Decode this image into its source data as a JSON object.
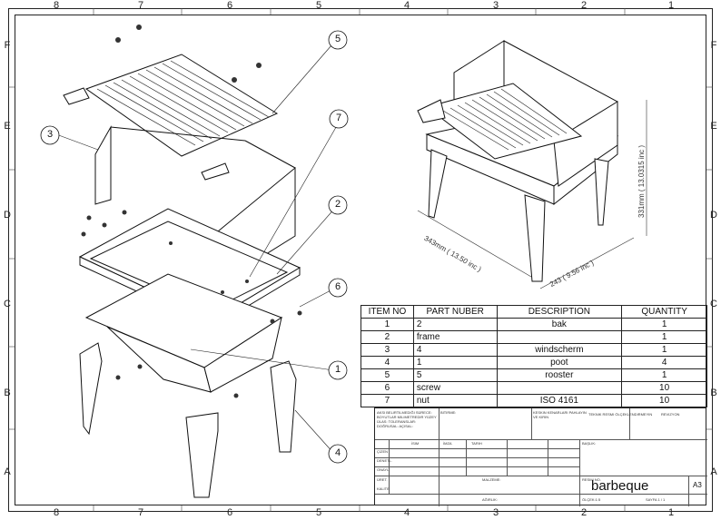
{
  "zones": {
    "columns": [
      "8",
      "7",
      "6",
      "5",
      "4",
      "3",
      "2",
      "1"
    ],
    "rows": [
      "F",
      "E",
      "D",
      "C",
      "B",
      "A"
    ]
  },
  "balloons": [
    "5",
    "3",
    "7",
    "2",
    "6",
    "1",
    "4"
  ],
  "dimensions": {
    "width": "343mm ( 13.50 inc )",
    "depth": "243 ( 9.56 inc )",
    "height": "331mm ( 13.0315 inc )"
  },
  "bom": {
    "headers": [
      "ITEM NO",
      "PART NUBER",
      "DESCRIPTION",
      "QUANTITY"
    ],
    "rows": [
      [
        "1",
        "2",
        "bak",
        "1"
      ],
      [
        "2",
        "frame",
        "",
        "1"
      ],
      [
        "3",
        "4",
        "windscherm",
        "1"
      ],
      [
        "4",
        "1",
        "poot",
        "4"
      ],
      [
        "5",
        "5",
        "rooster",
        "1"
      ],
      [
        "6",
        "screw",
        "",
        "10"
      ],
      [
        "7",
        "nut",
        "ISO 4161",
        "10"
      ]
    ]
  },
  "title_block": {
    "notes": "AKSI BELIRTILMEDIĞI SÜRECE: BOYUTLAR MILIMETREDIR YÜZEY ÜLAS: TOLERANSLAR: DOĞRUSAL: AÇISAL:",
    "bitirme": "BITIRME:",
    "kesici": "KESKIN KENARLARI PAHLAYIN VE KIRIN",
    "no_scale": "TEKNIK RESMI ÖLÇEKLENDIRMEYIN",
    "revizyon": "REVIZYON",
    "row_labels": [
      "ÇIZEN",
      "DENETL.",
      "ONAYL.",
      "ÜRET.",
      "KALITE"
    ],
    "col_labels": [
      "İSIM",
      "İMZA",
      "TARIH"
    ],
    "baslik": "BAŞLIK:",
    "malzeme": "MALZEME:",
    "resim_no": "RESIM NO.",
    "agirlik": "AĞIRLIK:",
    "olcek": "ÖLÇEK:1:5",
    "sayfa": "SAYFA 1 / 1",
    "title": "barbeque",
    "size": "A3"
  }
}
